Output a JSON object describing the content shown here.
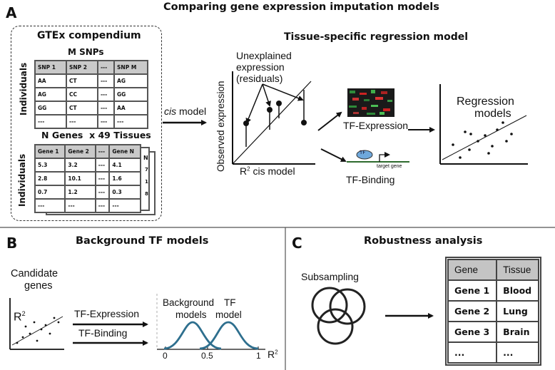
{
  "panel_a": {
    "letter": "A",
    "title": "Comparing gene expression imputation models",
    "gtex": {
      "title": "GTEx compendium",
      "snps_label": "M SNPs",
      "individuals_label": "Individuals",
      "snp_headers": [
        "SNP 1",
        "SNP 2",
        "---",
        "SNP M"
      ],
      "snp_rows": [
        [
          "AA",
          "CT",
          "---",
          "AG"
        ],
        [
          "AG",
          "CC",
          "---",
          "GG"
        ],
        [
          "GG",
          "CT",
          "---",
          "AA"
        ],
        [
          "---",
          "---",
          "---",
          "---"
        ]
      ],
      "genes_label": "N Genes  x 49 Tissues",
      "gene_headers": [
        "Gene 1",
        "Gene 2",
        "---",
        "Gene N"
      ],
      "gene_rows": [
        [
          "5.3",
          "3.2",
          "---",
          "4.1"
        ],
        [
          "2.8",
          "10.1",
          "---",
          "1.6"
        ],
        [
          "0.7",
          "1.2",
          "---",
          "0.3"
        ],
        [
          "---",
          "---",
          "---",
          "---"
        ]
      ],
      "back_table_fragments": [
        "N",
        "7",
        "1",
        "8"
      ],
      "back_table_dashes": [
        "----",
        "----",
        "----",
        "----"
      ]
    },
    "cis_model_italic": "cis",
    "cis_model_rest": " model",
    "regression_title": "Tissue-specific regression model",
    "residuals_text": [
      "Unexplained",
      "expression",
      "(residuals)"
    ],
    "y_axis_label": "Observed expression",
    "x_axis_label": "R² cis model",
    "tf_expression": "TF-Expression",
    "tf_binding": "TF-Binding",
    "tf_badge": "TF",
    "target_gene": "target gene",
    "regression_models": [
      "Regression",
      "models"
    ]
  },
  "panel_b": {
    "letter": "B",
    "title": "Background TF models",
    "candidate": [
      "Candidate",
      "genes"
    ],
    "r2": "R²",
    "tf_expression": "TF-Expression",
    "tf_binding": "TF-Binding",
    "background_models": [
      "Background",
      "models"
    ],
    "tf_model": [
      "TF",
      "model"
    ],
    "ticks": [
      "0",
      "0.5",
      "1"
    ],
    "axis_label": "R²",
    "curve_color": "#2e6f8e"
  },
  "panel_c": {
    "letter": "C",
    "title": "Robustness analysis",
    "subsampling": "Subsampling",
    "table_headers": [
      "Gene",
      "Tissue"
    ],
    "table_rows": [
      [
        "Gene 1",
        "Blood"
      ],
      [
        "Gene 2",
        "Lung"
      ],
      [
        "Gene 3",
        "Brain"
      ],
      [
        "...",
        "..."
      ]
    ]
  }
}
